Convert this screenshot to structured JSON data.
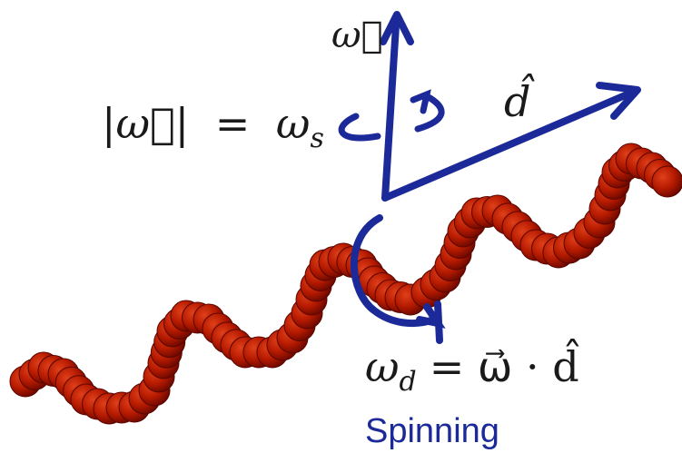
{
  "labels": {
    "omega_vec": "ω⃗",
    "omega_magnitude_lhs": "|ω⃗|",
    "omega_magnitude_eq": "=",
    "omega_s_main": "ω",
    "omega_s_sub": "s",
    "d_hat": "d̂",
    "omega_d_main": "ω",
    "omega_d_sub": "d",
    "omega_d_rhs": "= ω⃗ · d̂",
    "caption": "Spinning"
  },
  "colors": {
    "arrows": "#1c2a99",
    "beads_dark": "#7a0a00",
    "beads_mid": "#b51a00",
    "beads_light": "#e0401a",
    "caption": "#1c2a99",
    "math": "#1a1a1a"
  }
}
